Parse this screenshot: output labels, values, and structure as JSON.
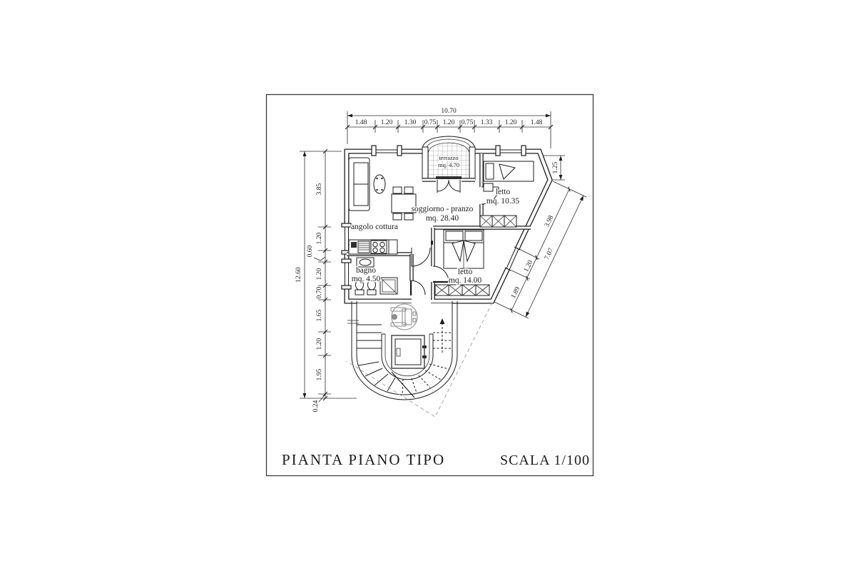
{
  "drawing": {
    "title": "PIANTA PIANO  TIPO",
    "scale_label": "SCALA 1/100"
  },
  "rooms": {
    "terrazzo": {
      "name": "terrazzo",
      "area": "mq. 4.70"
    },
    "soggiorno": {
      "name": "soggiorno - pranzo",
      "area": "mq. 28.40"
    },
    "angolo_cottura": {
      "name": "angolo cottura"
    },
    "bagno": {
      "name": "bagno",
      "area": "mq. 4.50"
    },
    "letto_1": {
      "name": "letto",
      "area": "mq. 10.35"
    },
    "letto_2": {
      "name": "letto",
      "area": "mq. 14.00"
    }
  },
  "dimensions": {
    "top": {
      "total": "10.70",
      "segments": [
        "1.48",
        "1.20",
        "1.30",
        "0.75",
        "1.20",
        "0.75",
        "1.33",
        "1.20",
        "1.48"
      ]
    },
    "left": {
      "total": "12.60",
      "segments": [
        "3.85",
        "1.20",
        "0.60",
        "1.20",
        "0.70",
        "1.65",
        "1.20",
        "1.95",
        "0.24"
      ]
    },
    "right": {
      "total": "7.07",
      "segments": [
        "3.98",
        "1.20",
        "1.89"
      ],
      "corner_offset": "1.25"
    }
  },
  "symbols": {
    "accessibility": "wheelchair accessible"
  },
  "colors": {
    "ink": "#1c1c1c",
    "dim_line": "#2b2b2b",
    "paper": "#ffffff",
    "accessibility": "#8d8d8d"
  }
}
